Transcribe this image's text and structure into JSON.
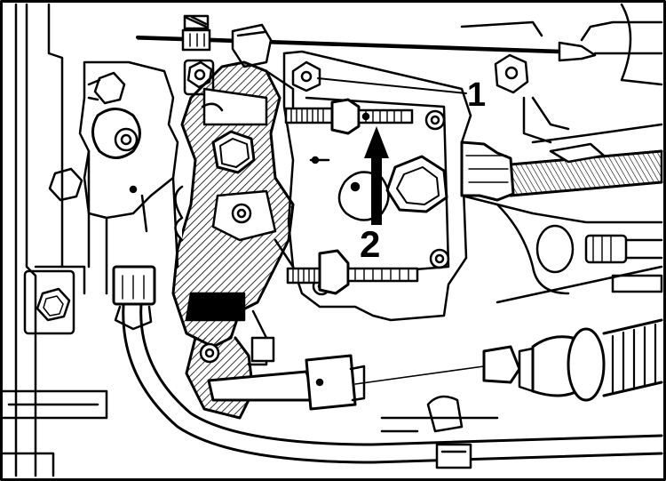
{
  "diagram": {
    "callouts": [
      {
        "id": "1",
        "text": "1"
      },
      {
        "id": "2",
        "text": "2"
      }
    ],
    "colors": {
      "ink": "#000000",
      "paper": "#ffffff"
    }
  }
}
